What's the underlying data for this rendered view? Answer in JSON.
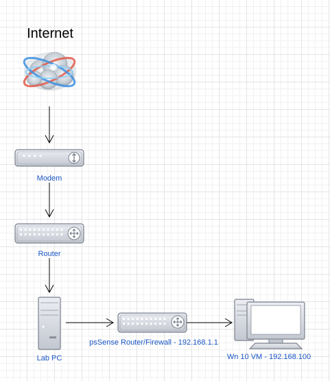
{
  "diagram": {
    "title": "Internet",
    "colors": {
      "label": "#1a56c6",
      "device_fill": "#c9cdd6",
      "device_stroke": "#6b7280",
      "device_body": "#e6e8ee",
      "edge": "#000000"
    },
    "nodes": [
      {
        "id": "internet",
        "icon": "cloud-internet-icon",
        "label": "Internet"
      },
      {
        "id": "modem",
        "icon": "modem-icon",
        "label": "Modem"
      },
      {
        "id": "router",
        "icon": "router-icon",
        "label": "Router"
      },
      {
        "id": "lab-pc",
        "icon": "pc-tower-icon",
        "label": "Lab PC"
      },
      {
        "id": "pfsense",
        "icon": "router-icon",
        "label": "psSense Router/Firewall - 192.168.1.1"
      },
      {
        "id": "win10",
        "icon": "desktop-computer-icon",
        "label": "Wn 10 VM - 192.168.100"
      }
    ],
    "edges": [
      {
        "from": "internet",
        "to": "modem"
      },
      {
        "from": "modem",
        "to": "router"
      },
      {
        "from": "router",
        "to": "lab-pc"
      },
      {
        "from": "lab-pc",
        "to": "pfsense"
      },
      {
        "from": "pfsense",
        "to": "win10"
      }
    ]
  }
}
